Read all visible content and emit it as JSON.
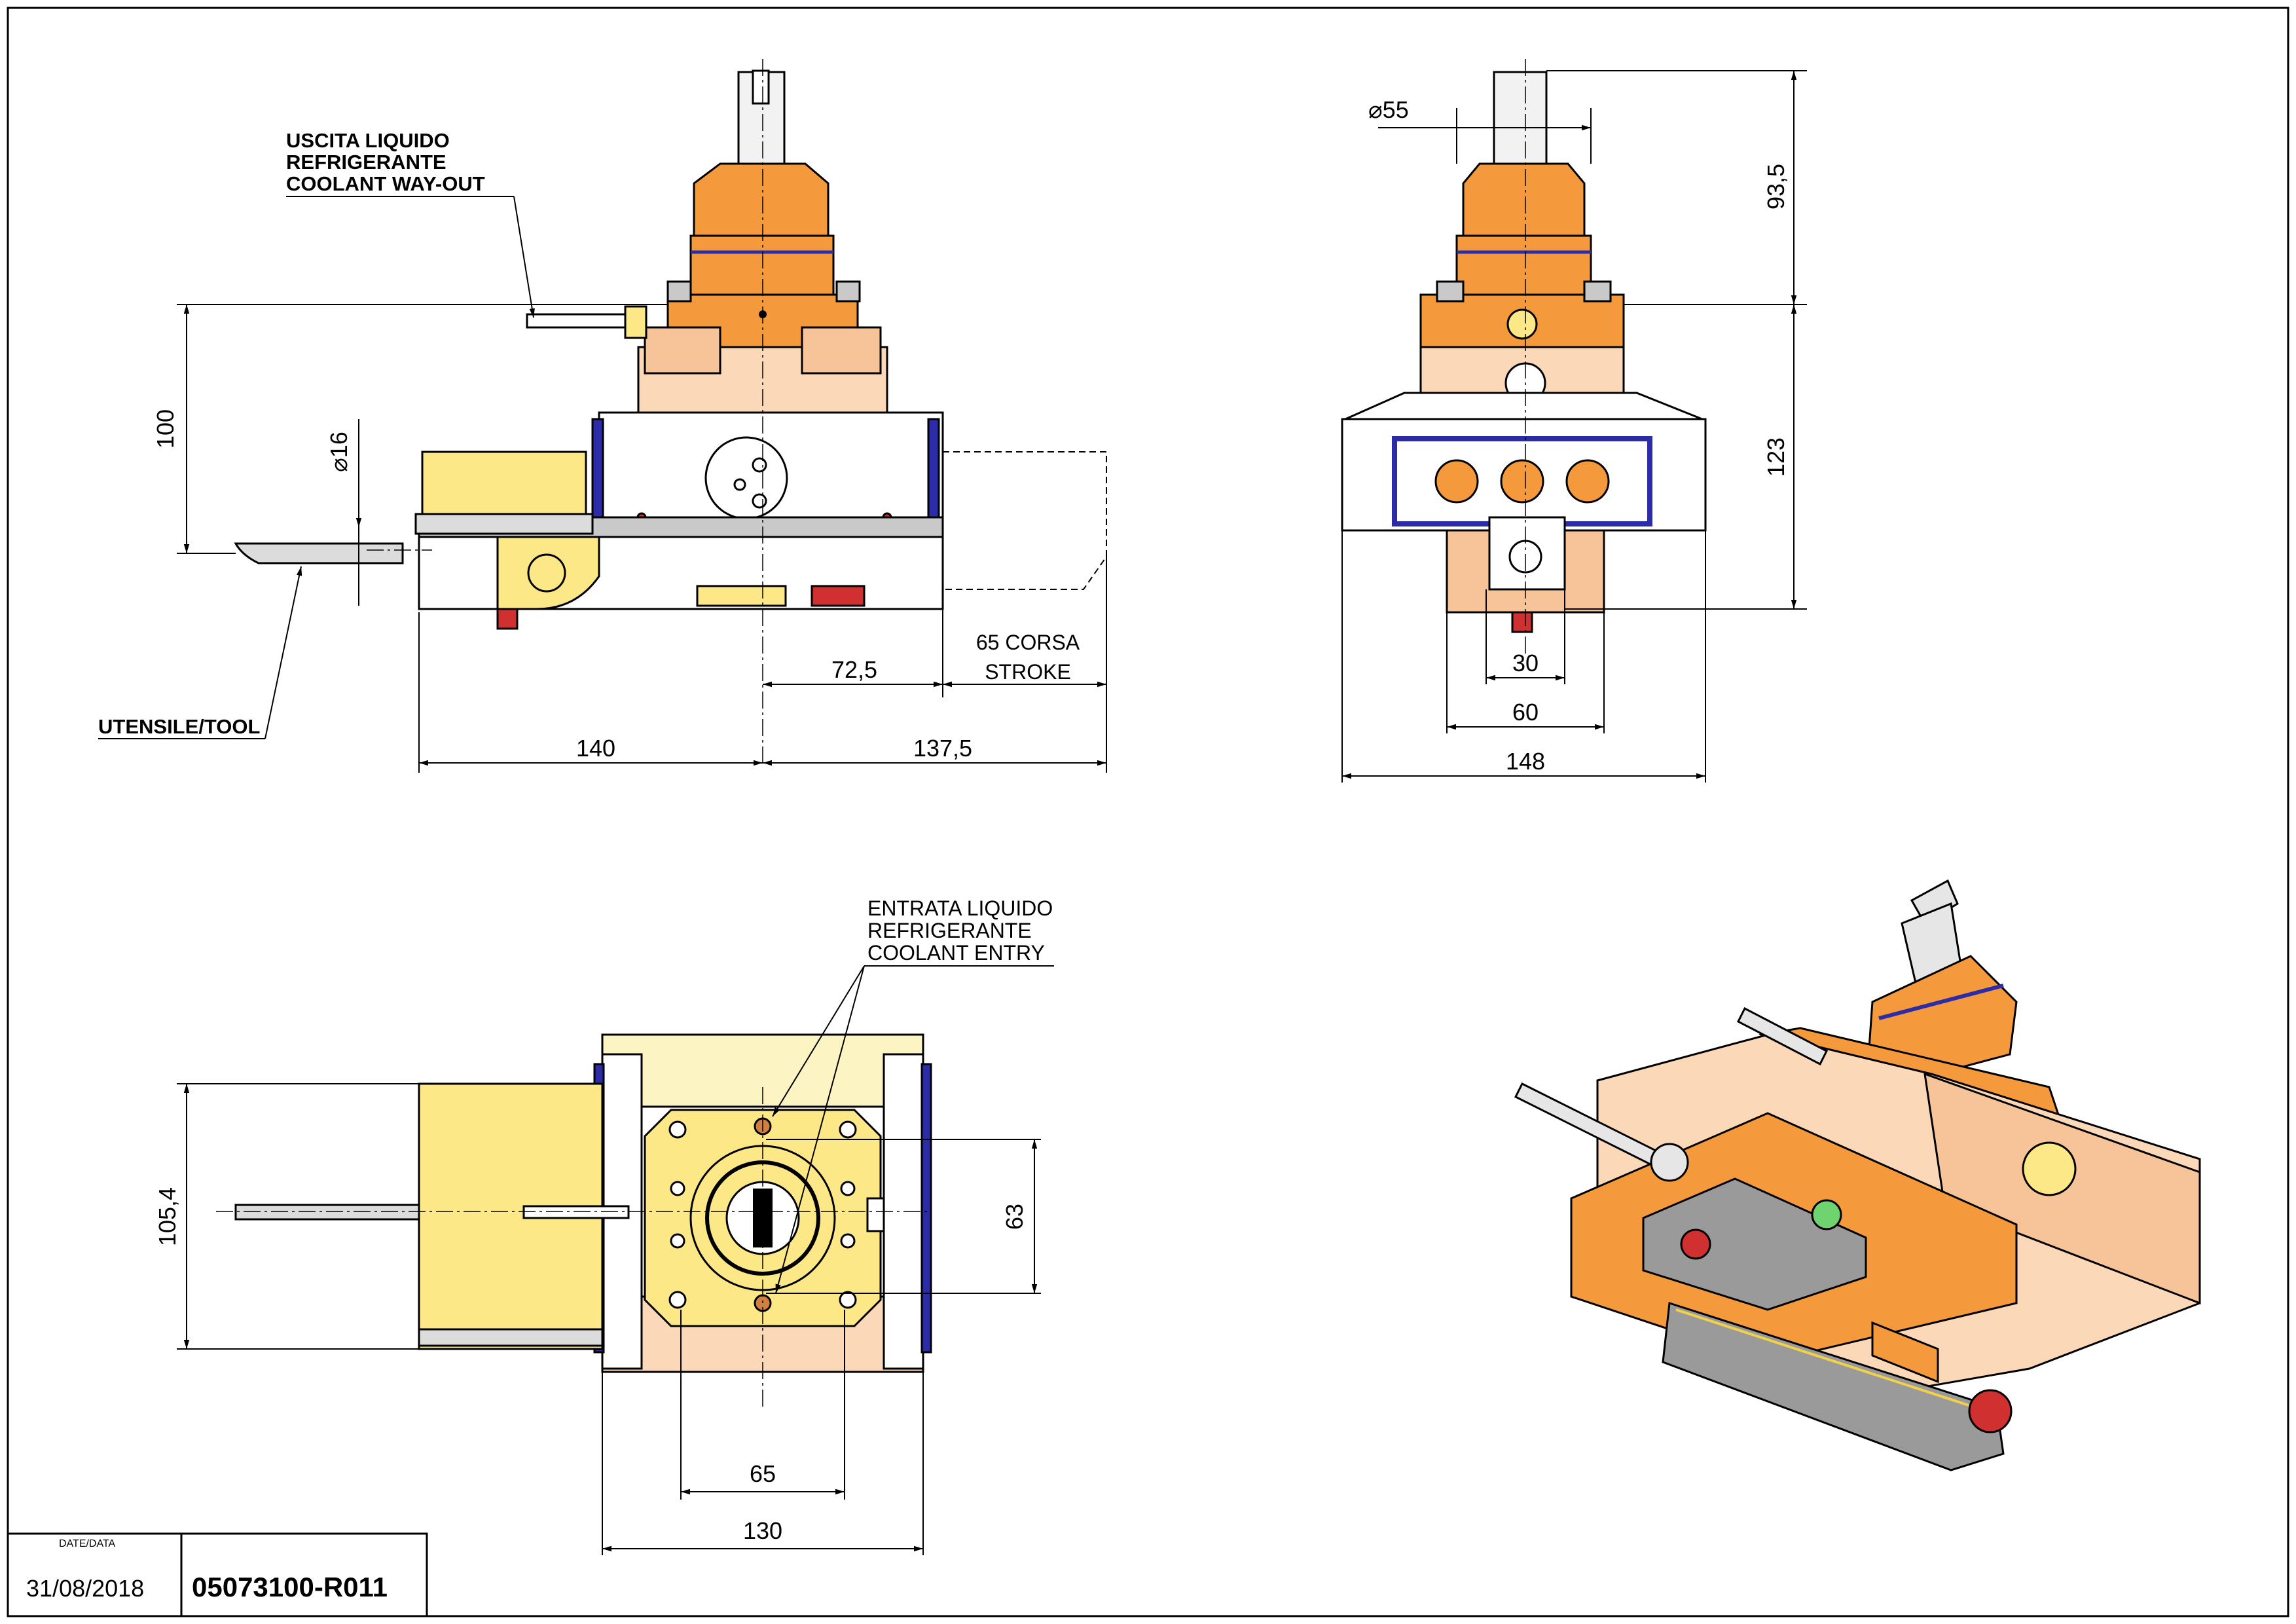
{
  "colors": {
    "orange": "#f59a3c",
    "light_orange": "#f7c49a",
    "pale_orange": "#fbd9b8",
    "yellow": "#fde888",
    "pale_yellow": "#fdf4c4",
    "cream": "#fff3da",
    "blue": "#2c2ca8",
    "grey": "#c9c9c9",
    "dark_grey": "#9a9a9a",
    "red": "#d03030",
    "green": "#6fd36f"
  },
  "views": {
    "side": {
      "callout_coolant_out": [
        "USCITA LIQUIDO",
        "REFRIGERANTE",
        "COOLANT WAY-OUT"
      ],
      "callout_tool": "UTENSILE/TOOL",
      "dims": {
        "height": "100",
        "diameter": "⌀16",
        "offset": "72,5",
        "stroke_line1": "65 CORSA",
        "stroke_line2": "STROKE",
        "left_length": "140",
        "right_length": "137,5"
      }
    },
    "front": {
      "dims": {
        "diameter": "⌀55",
        "upper_height": "93,5",
        "lower_height": "123",
        "inner_width": "30",
        "mid_width": "60",
        "total_width": "148"
      }
    },
    "top": {
      "callout_coolant_in": [
        "ENTRATA LIQUIDO",
        "REFRIGERANTE",
        "COOLANT ENTRY"
      ],
      "dims": {
        "height": "105,4",
        "hole_spacing": "63",
        "inner_width": "65",
        "total_width": "130"
      }
    }
  },
  "title_block": {
    "date_label": "DATE/DATA",
    "date": "31/08/2018",
    "drawing_number": "05073100-R011"
  }
}
